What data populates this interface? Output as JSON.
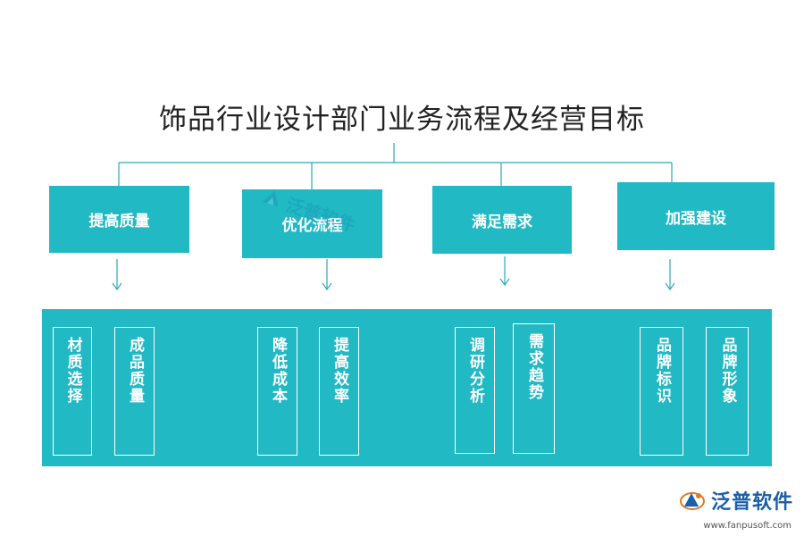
{
  "title": "饰品行业设计部门业务流程及经营目标",
  "categories": [
    {
      "label": "提高质量",
      "items": [
        "材质选择",
        "成品质量"
      ]
    },
    {
      "label": "优化流程",
      "items": [
        "降低成本",
        "提高效率"
      ]
    },
    {
      "label": "满足需求",
      "items": [
        "调研分析",
        "需求趋势"
      ]
    },
    {
      "label": "加强建设",
      "items": [
        "品牌标识",
        "品牌形象"
      ]
    }
  ],
  "watermark": {
    "text": "泛普软件",
    "icon": "fanpu-logo-icon"
  },
  "logo": {
    "name": "泛普软件",
    "site": "www.fanpusoft.com",
    "icon": "fanpu-logo-icon"
  },
  "colors": {
    "box": "#20b9c4",
    "line": "#2aaab5",
    "text": "#222222"
  }
}
